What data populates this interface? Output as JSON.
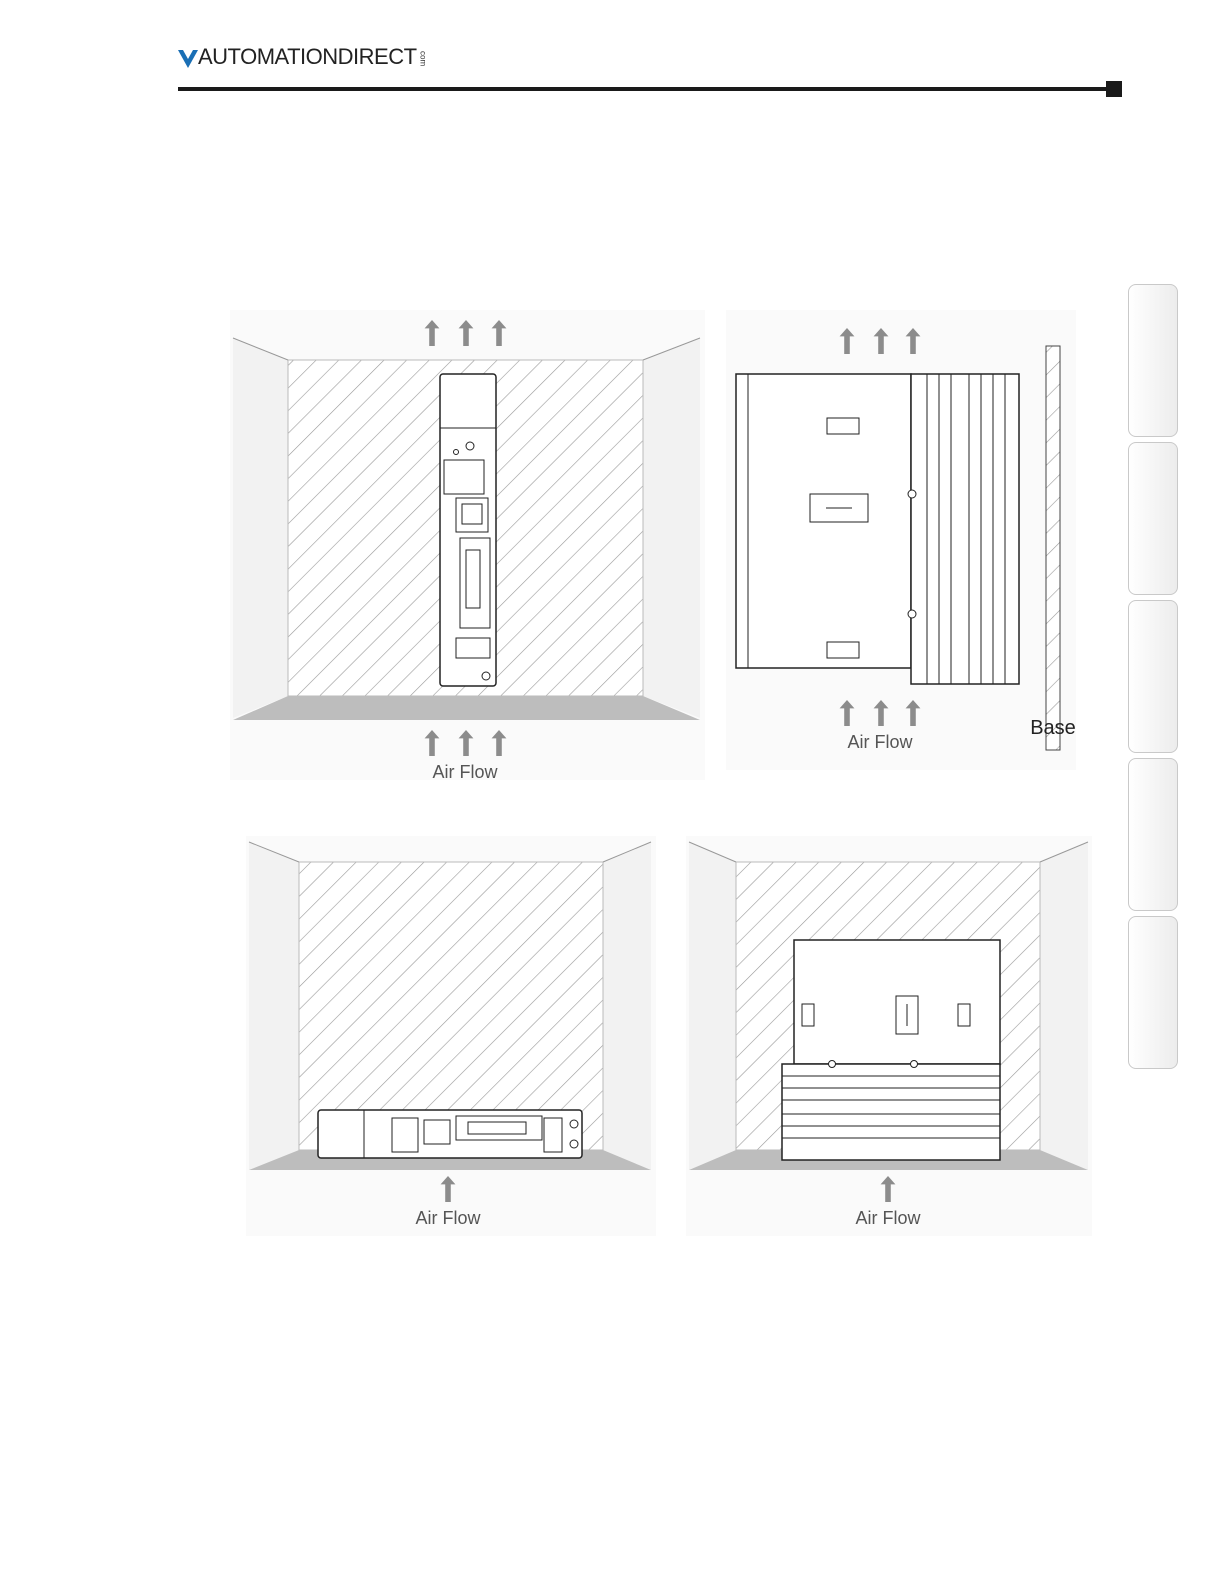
{
  "header": {
    "logo_text": "AUTOMATIONDIRECT",
    "logo_suffix": "com"
  },
  "side_tabs": {
    "count": 5
  },
  "figures": {
    "top_left": {
      "air_flow_label": "Air Flow"
    },
    "top_right": {
      "air_flow_label": "Air Flow",
      "base_label": "Base"
    },
    "bottom_left": {
      "air_flow_label": "Air Flow"
    },
    "bottom_right": {
      "air_flow_label": "Air Flow"
    }
  },
  "colors": {
    "rule": "#1a1a1a",
    "arrow": "#8c8c8c",
    "floor": "#bdbdbd",
    "hatch": "#9a9a9a"
  }
}
